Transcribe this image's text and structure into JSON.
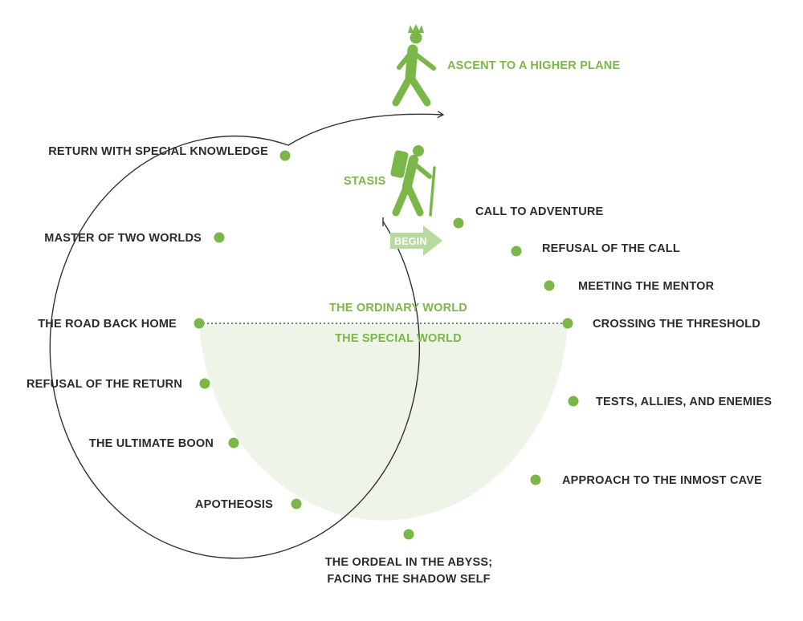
{
  "colors": {
    "accent": "#7ab648",
    "accent_light": "#b9da9e",
    "fill": "#eef5e8",
    "line": "#333333",
    "text": "#2b2b2b"
  },
  "icons": {
    "crowned_walker": "crowned-walker-icon",
    "hiker": "hiker-icon",
    "begin_arrow": "begin-arrow-icon"
  },
  "ascent_label": "ASCENT TO A HIGHER PLANE",
  "stasis_label": "STASIS",
  "begin_label": "BEGIN",
  "ordinary_world_label": "THE ORDINARY WORLD",
  "special_world_label": "THE SPECIAL WORLD",
  "stages": {
    "call_to_adventure": "CALL TO ADVENTURE",
    "refusal_of_the_call": "REFUSAL OF THE CALL",
    "meeting_the_mentor": "MEETING THE MENTOR",
    "crossing_the_threshold": "CROSSING THE THRESHOLD",
    "tests_allies_enemies": "TESTS, ALLIES, AND ENEMIES",
    "approach_inmost_cave": "APPROACH TO THE INMOST CAVE",
    "ordeal_line1": "THE ORDEAL IN THE ABYSS;",
    "ordeal_line2": "FACING THE SHADOW SELF",
    "apotheosis": "APOTHEOSIS",
    "ultimate_boon": "THE ULTIMATE BOON",
    "refusal_of_the_return": "REFUSAL OF THE RETURN",
    "road_back_home": "THE ROAD BACK HOME",
    "master_of_two_worlds": "MASTER OF TWO WORLDS",
    "return_with_knowledge": "RETURN WITH SPECIAL KNOWLEDGE"
  }
}
